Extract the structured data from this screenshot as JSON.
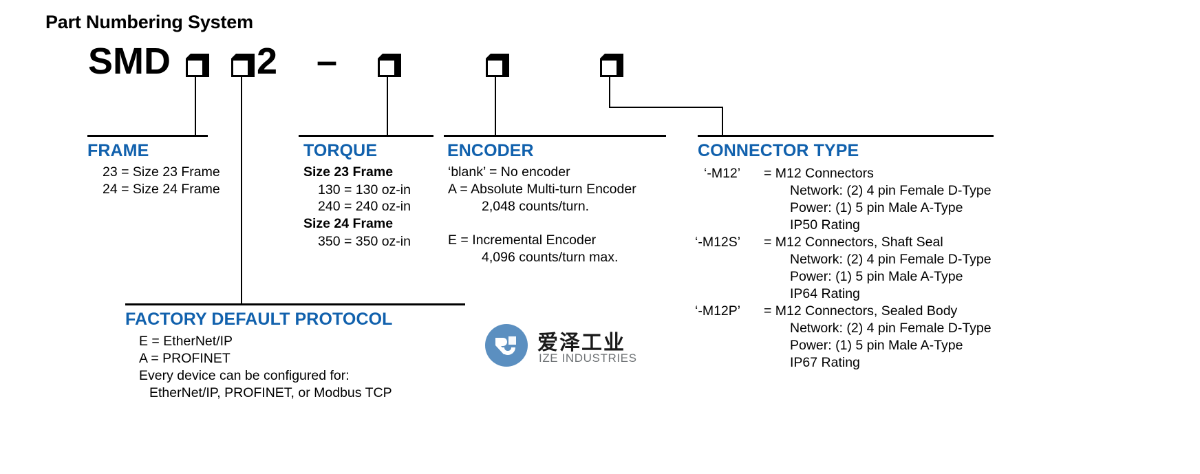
{
  "title": "Part Numbering System",
  "part_number": {
    "prefix": "SMD",
    "digit_after_second_box": "2",
    "separator": "–",
    "boxes": [
      {
        "name": "frame-code-box"
      },
      {
        "name": "protocol-code-box"
      },
      {
        "name": "torque-code-box"
      },
      {
        "name": "encoder-code-box"
      },
      {
        "name": "connector-code-box"
      }
    ]
  },
  "sections": {
    "frame": {
      "heading": "FRAME",
      "lines": [
        "23 = Size 23 Frame",
        "24 = Size 24 Frame"
      ]
    },
    "torque": {
      "heading": "TORQUE",
      "group1_title": "Size 23 Frame",
      "group1_lines": [
        "130 = 130 oz-in",
        "240 = 240 oz-in"
      ],
      "group2_title": "Size 24 Frame",
      "group2_lines": [
        "350 = 350 oz-in"
      ]
    },
    "encoder": {
      "heading": "ENCODER",
      "lines": [
        "‘blank’ = No encoder",
        "A = Absolute Multi-turn Encoder",
        "2,048 counts/turn.",
        "E = Incremental Encoder",
        "4,096 counts/turn max."
      ]
    },
    "connector": {
      "heading": "CONNECTOR TYPE",
      "options": [
        {
          "code": "‘-M12’",
          "eq": "= M12 Connectors",
          "details": [
            "Network: (2) 4 pin Female D-Type",
            "Power: (1) 5 pin Male A-Type",
            "IP50 Rating"
          ]
        },
        {
          "code": "‘-M12S’",
          "eq": "= M12 Connectors, Shaft Seal",
          "details": [
            "Network: (2) 4 pin Female D-Type",
            "Power: (1) 5 pin Male A-Type",
            "IP64 Rating"
          ]
        },
        {
          "code": "‘-M12P’",
          "eq": "= M12 Connectors, Sealed Body",
          "details": [
            "Network: (2) 4 pin Female D-Type",
            "Power: (1) 5 pin Male A-Type",
            "IP67 Rating"
          ]
        }
      ]
    },
    "protocol": {
      "heading": "FACTORY DEFAULT PROTOCOL",
      "lines": [
        "E = EtherNet/IP",
        "A = PROFINET",
        "Every device can be configured for:",
        "EtherNet/IP, PROFINET, or Modbus TCP"
      ]
    }
  },
  "logo": {
    "chinese": "爱泽工业",
    "english": "IZE INDUSTRIES"
  },
  "colors": {
    "heading_blue": "#1161ad",
    "text_black": "#000000",
    "logo_blue": "#5b8fc0",
    "logo_gray": "#6f7376"
  }
}
